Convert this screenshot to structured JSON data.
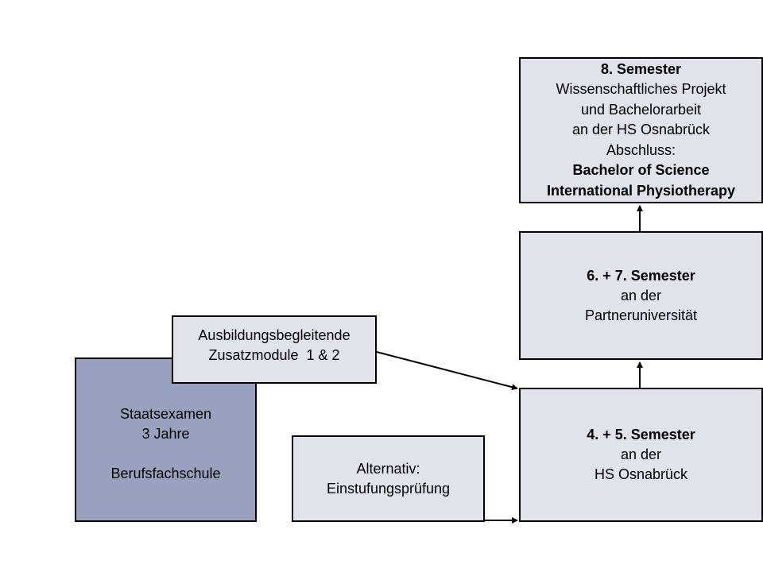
{
  "staatsexamen": {
    "line1": "Staatsexamen",
    "line2": "3 Jahre",
    "line3": "Berufsfachschule"
  },
  "zusatzmodule": {
    "line1": "Ausbildungsbegleitende",
    "line2": "Zusatzmodule  1 & 2"
  },
  "alternativ": {
    "line1": "Alternativ:",
    "line2": "Einstufungsprüfung"
  },
  "semester_4_5": {
    "title": "4. + 5. Semester",
    "line2": "an der",
    "line3": "HS Osnabrück"
  },
  "semester_6_7": {
    "title": "6. + 7. Semester",
    "line2": "an der",
    "line3": "Partneruniversität"
  },
  "semester_8": {
    "title": "8. Semester",
    "line2": "Wissenschaftliches Projekt",
    "line3": "und Bachelorarbeit",
    "line4": "an der HS Osnabrück",
    "line5": "Abschluss:",
    "degree1": "Bachelor of Science",
    "degree2": "International Physiotherapy"
  },
  "colors": {
    "staatsexamen_fill": "#9aa1be",
    "box_fill": "#e1e2ea",
    "border": "#000000"
  }
}
